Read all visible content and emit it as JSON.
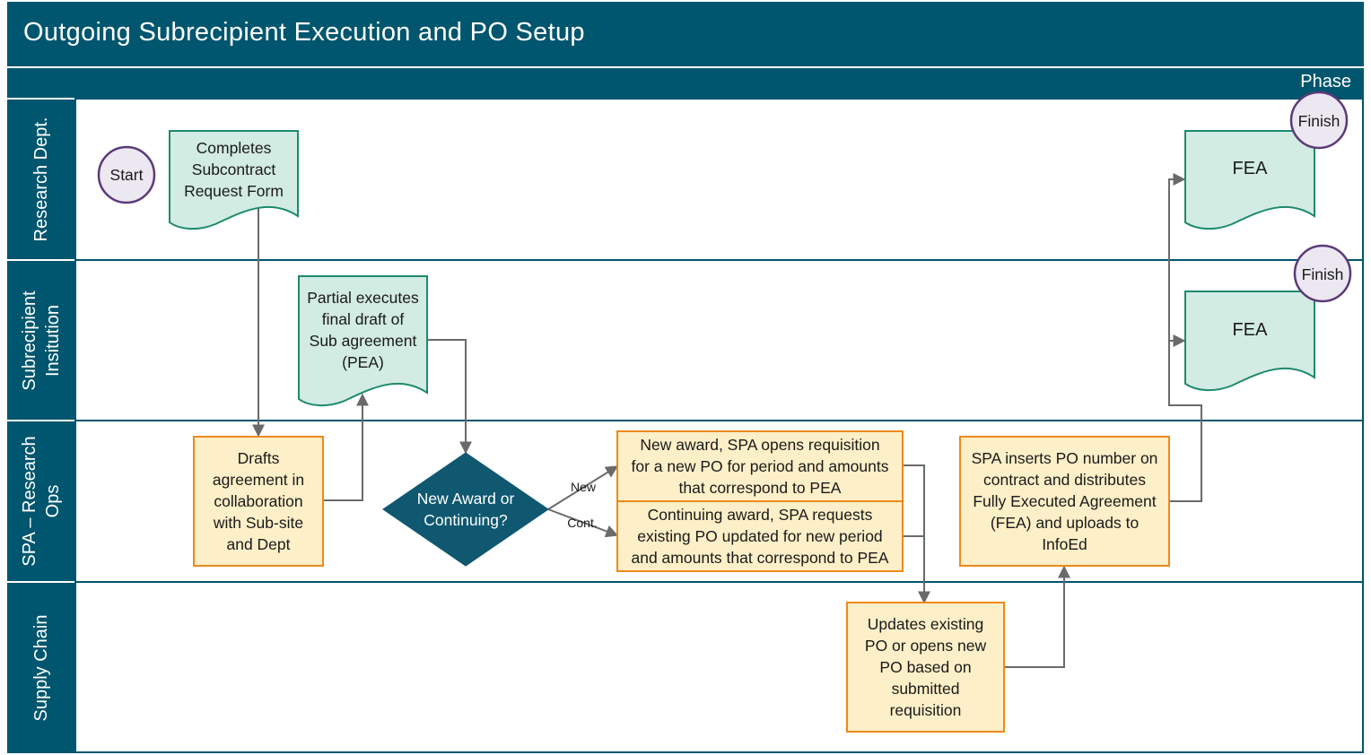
{
  "title": "Outgoing Subrecipient Execution and PO Setup",
  "phase_label": "Phase",
  "lanes": [
    {
      "label": "Research Dept."
    },
    {
      "label": "Subrecipient\nInsitution"
    },
    {
      "label": "SPA – Research\nOps"
    },
    {
      "label": "Supply Chain"
    }
  ],
  "nodes": {
    "start": "Start",
    "request_form": "Completes\nSubcontract\nRequest Form",
    "drafts": "Drafts\nagreement in\ncollaboration\nwith Sub-site\nand Dept",
    "partial": "Partial executes\nfinal draft of\nSub agreement\n(PEA)",
    "decision": "New Award or\nContinuing?",
    "new_award": "New award, SPA opens requisition\nfor a new PO for period and amounts\nthat correspond to PEA",
    "continuing": "Continuing award, SPA requests\nexisting PO updated for new period\nand amounts that correspond to PEA",
    "updates_po": "Updates existing\nPO or opens new\nPO based on\nsubmitted\nrequisition",
    "inserts_po": "SPA inserts PO number on\ncontract and distributes\nFully Executed Agreement\n(FEA) and uploads to\nInfoEd",
    "fea_research": "FEA",
    "fea_sub": "FEA",
    "finish_research": "Finish",
    "finish_sub": "Finish"
  },
  "edge_labels": {
    "new": "New",
    "cont": "Cont."
  },
  "colors": {
    "header": "#00566e",
    "doc_fill": "#d2ebe3",
    "doc_stroke": "#1d8a6c",
    "process_fill": "#fdefc7",
    "process_stroke": "#ee8a1a",
    "circle_fill": "#ece8f2",
    "circle_stroke": "#5b3a78",
    "decision_fill": "#0f5870",
    "connector": "#6a6a6a"
  }
}
